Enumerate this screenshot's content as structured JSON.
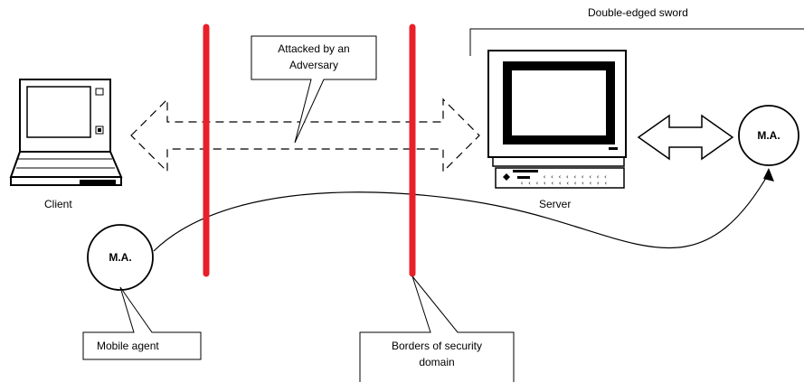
{
  "labels": {
    "client": "Client",
    "server": "Server",
    "double_edged": "Double-edged sword",
    "attacked_line1": "Attacked by an",
    "attacked_line2": "Adversary",
    "mobile_agent": "Mobile agent",
    "borders_line1": "Borders of security",
    "borders_line2": "domain",
    "ma_client": "M.A.",
    "ma_server": "M.A."
  },
  "colors": {
    "border_line": "#e8202a",
    "stroke": "#000000"
  }
}
